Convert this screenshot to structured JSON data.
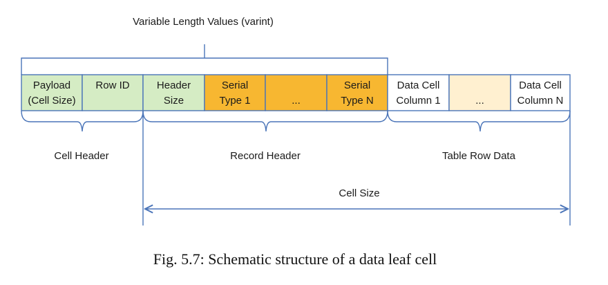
{
  "top_label": "Variable Length Values  (varint)",
  "cells": [
    {
      "line1": "Payload",
      "line2": "(Cell Size)",
      "fill": "#d5ecc4"
    },
    {
      "line1": "Row ID",
      "line2": "",
      "fill": "#d5ecc4"
    },
    {
      "line1": "Header",
      "line2": "Size",
      "fill": "#d5ecc4"
    },
    {
      "line1": "Serial",
      "line2": "Type 1",
      "fill": "#f7b731"
    },
    {
      "line1": "",
      "line2": "...",
      "fill": "#f7b731"
    },
    {
      "line1": "Serial",
      "line2": "Type N",
      "fill": "#f7b731"
    },
    {
      "line1": "Data Cell",
      "line2": "Column 1",
      "fill": "#ffffff"
    },
    {
      "line1": "",
      "line2": "...",
      "fill": "#fff0d0"
    },
    {
      "line1": "Data Cell",
      "line2": "Column N",
      "fill": "#ffffff"
    }
  ],
  "groups": {
    "cell_header": "Cell Header",
    "record_header": "Record Header",
    "table_row_data": "Table Row Data"
  },
  "cell_size_label": "Cell Size",
  "caption": "Fig. 5.7: Schematic structure of a data leaf cell",
  "colors": {
    "border": "#4a74b8",
    "green": "#d5ecc4",
    "orange": "#f7b731",
    "cream": "#fff0d0"
  }
}
